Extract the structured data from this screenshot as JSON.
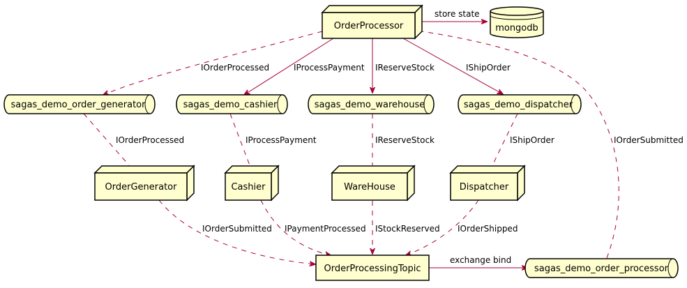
{
  "colors": {
    "node_fill": "#FEFECE",
    "node_stroke": "#000000",
    "edge": "#A80036"
  },
  "nodes": {
    "order_processor": "OrderProcessor",
    "mongodb": "mongodb",
    "q_order_generator": "sagas_demo_order_generator",
    "q_cashier": "sagas_demo_cashier",
    "q_warehouse": "sagas_demo_warehouse",
    "q_dispatcher": "sagas_demo_dispatcher",
    "order_generator": "OrderGenerator",
    "cashier": "Cashier",
    "warehouse": "WareHouse",
    "dispatcher": "Dispatcher",
    "topic": "OrderProcessingTopic",
    "q_order_processor": "sagas_demo_order_processor"
  },
  "edges": {
    "store_state": "store state",
    "op_to_qgen": "IOrderProcessed",
    "op_to_qcash": "IProcessPayment",
    "op_to_qware": "IReserveStock",
    "op_to_qdisp": "IShipOrder",
    "qgen_to_gen": "IOrderProcessed",
    "qcash_to_cash": "IProcessPayment",
    "qware_to_ware": "IReserveStock",
    "qdisp_to_disp": "IShipOrder",
    "qop_to_op": "IOrderSubmitted",
    "gen_to_topic": "IOrderSubmitted",
    "cash_to_topic": "IPaymentProcessed",
    "ware_to_topic": "IStockReserved",
    "disp_to_topic": "IOrderShipped",
    "exchange_bind": "exchange bind"
  }
}
